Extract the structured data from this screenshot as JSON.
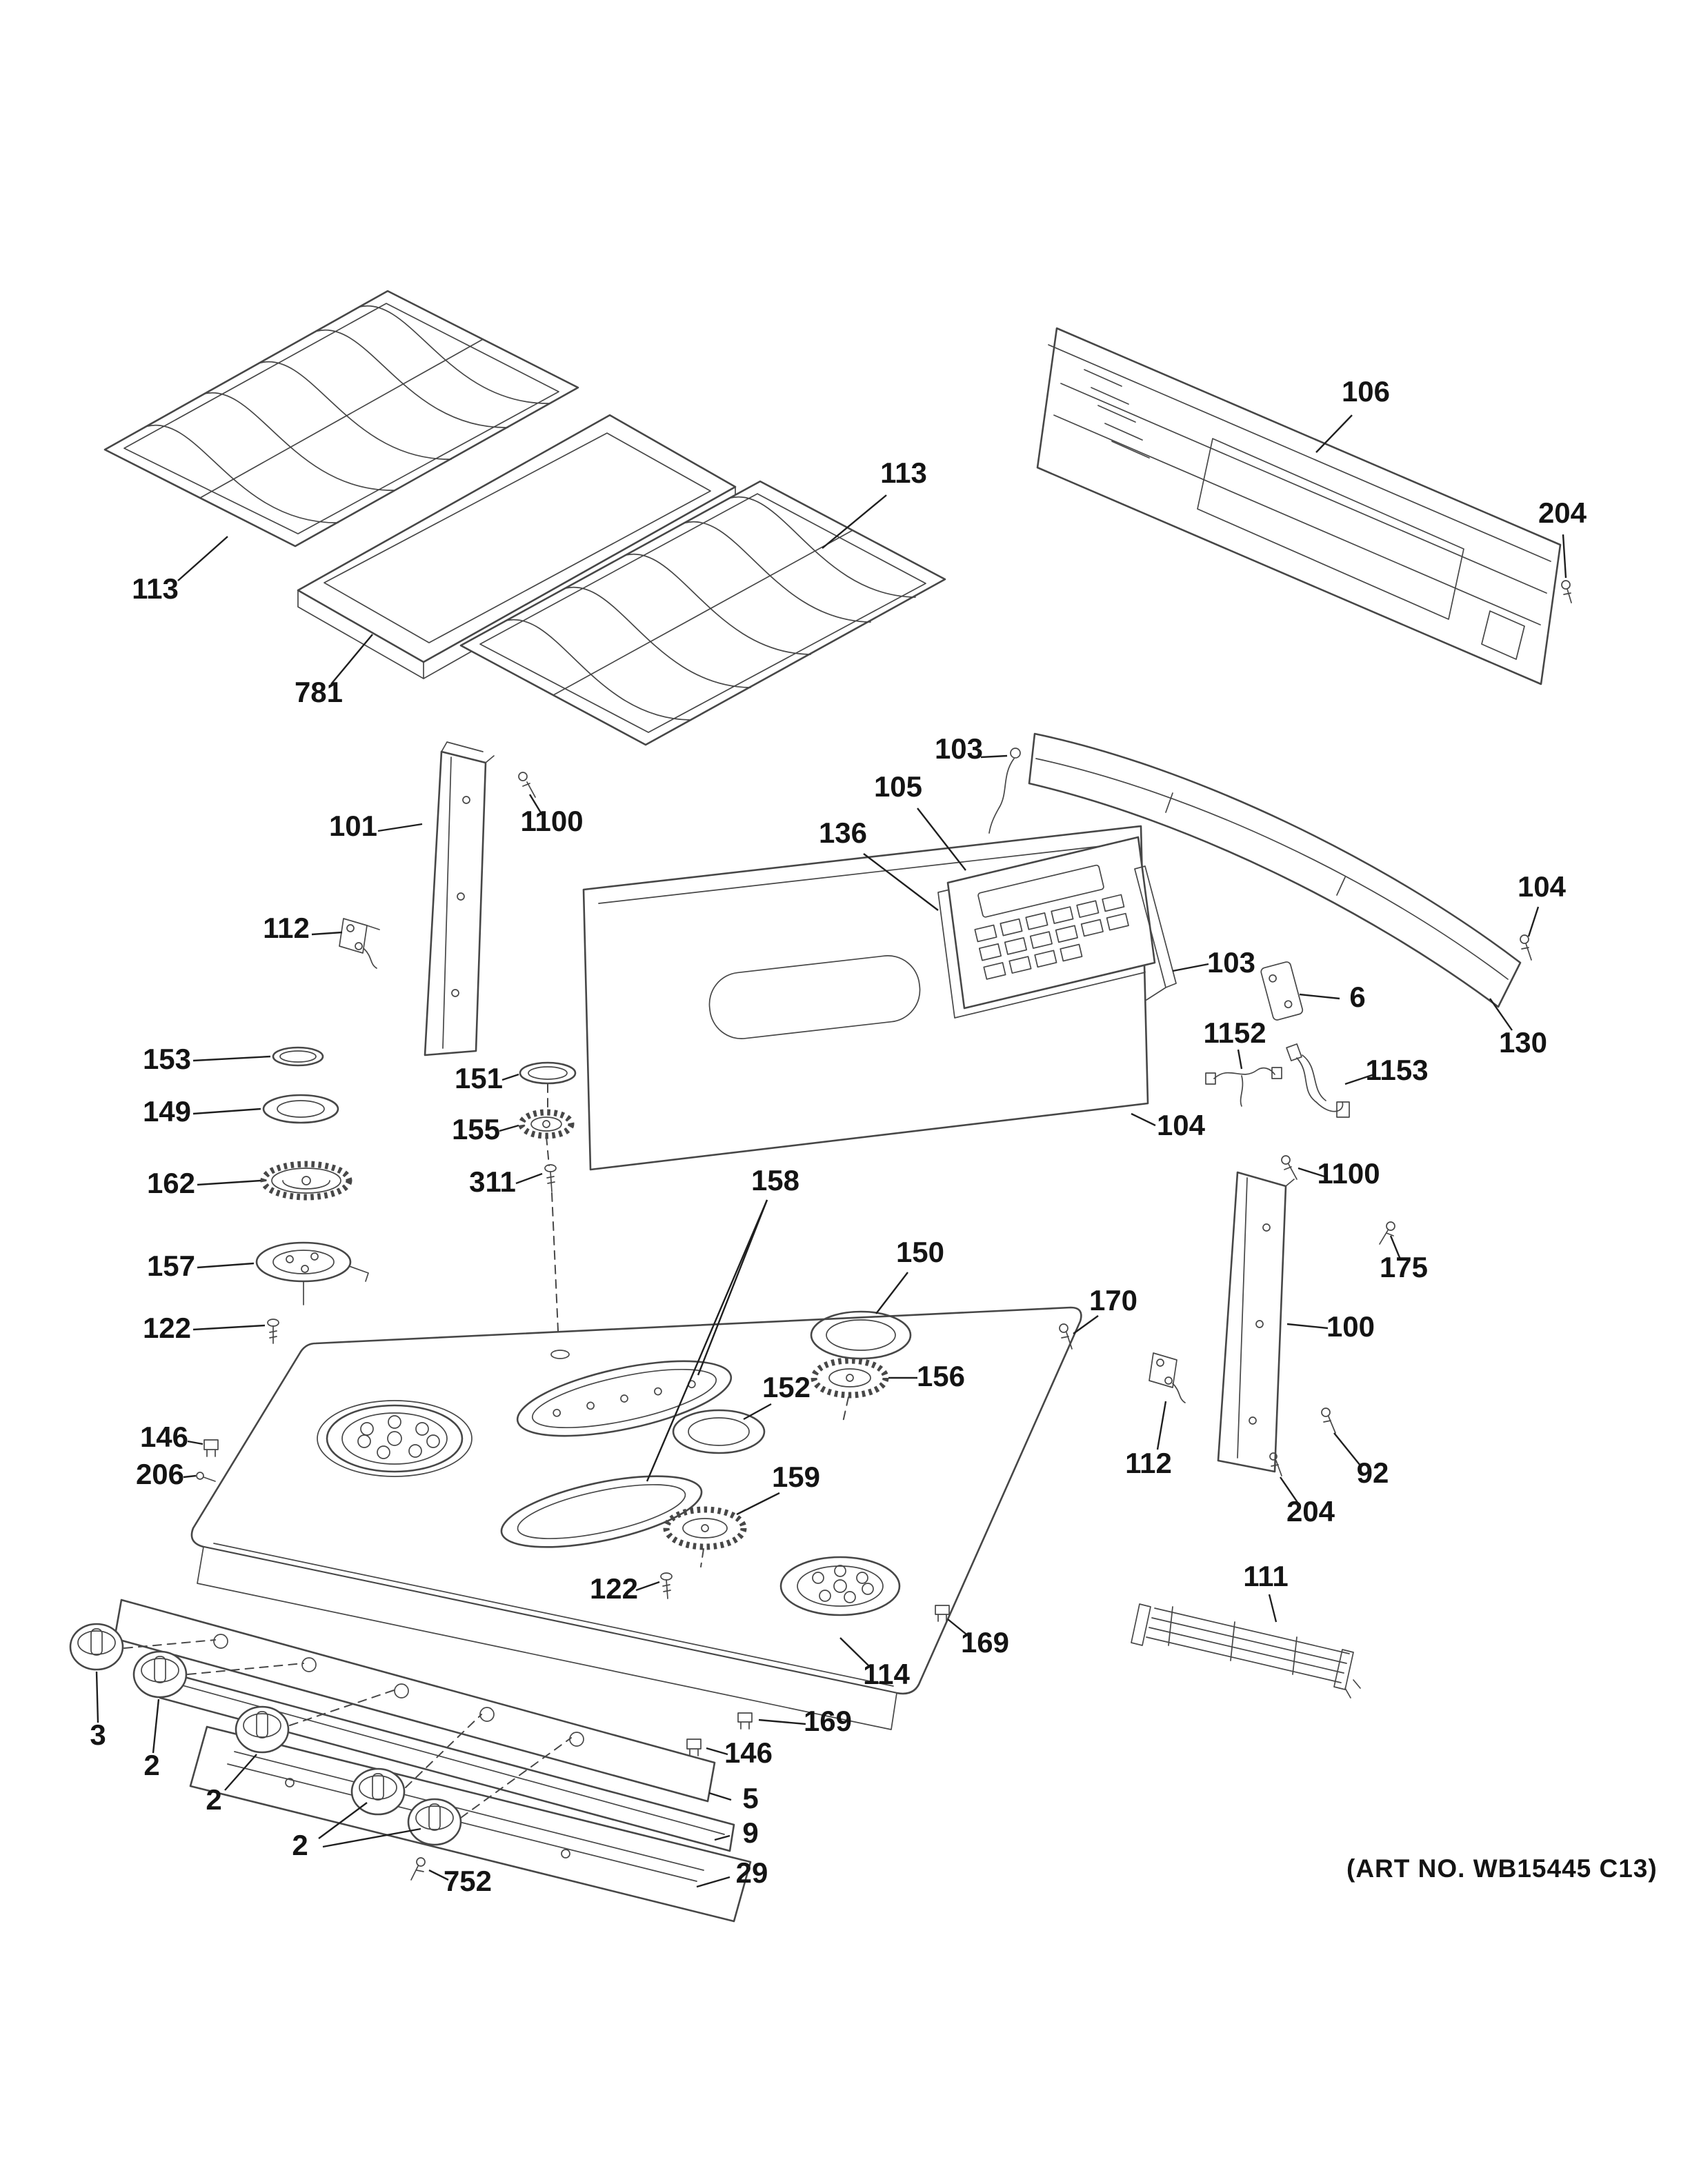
{
  "figure": {
    "art_no": "(ART NO. WB15445 C13)"
  },
  "callouts": [
    {
      "id": "grate-left",
      "part": "113"
    },
    {
      "id": "griddle",
      "part": "781"
    },
    {
      "id": "grate-right",
      "part": "113"
    },
    {
      "id": "rear-panel",
      "part": "106"
    },
    {
      "id": "screw-top-right",
      "part": "204"
    },
    {
      "id": "side-bracket-left",
      "part": "101"
    },
    {
      "id": "screw-left",
      "part": "1100"
    },
    {
      "id": "hinge-left",
      "part": "112"
    },
    {
      "id": "control-board",
      "part": "105"
    },
    {
      "id": "control-overlay",
      "part": "136"
    },
    {
      "id": "wire-top",
      "part": "103"
    },
    {
      "id": "bracket-right",
      "part": "103"
    },
    {
      "id": "spark-module",
      "part": "6"
    },
    {
      "id": "harness-small",
      "part": "1152"
    },
    {
      "id": "harness",
      "part": "1153"
    },
    {
      "id": "screw-backsplash",
      "part": "104"
    },
    {
      "id": "backsplash-trim",
      "part": "130"
    },
    {
      "id": "back-panel",
      "part": "104"
    },
    {
      "id": "burner-cap-small",
      "part": "153"
    },
    {
      "id": "burner-cap-mid",
      "part": "151"
    },
    {
      "id": "burner-ring",
      "part": "149"
    },
    {
      "id": "burner-head-mid",
      "part": "155"
    },
    {
      "id": "burner-spreader",
      "part": "162"
    },
    {
      "id": "orifice-screw",
      "part": "311"
    },
    {
      "id": "burner-base",
      "part": "157"
    },
    {
      "id": "screw-burner-left",
      "part": "122"
    },
    {
      "id": "oval-burner",
      "part": "158"
    },
    {
      "id": "burner-circle-rear",
      "part": "150"
    },
    {
      "id": "screw-cooktop-right",
      "part": "170"
    },
    {
      "id": "burner-head-right",
      "part": "156"
    },
    {
      "id": "burner-circle-center",
      "part": "152"
    },
    {
      "id": "screw-right",
      "part": "1100"
    },
    {
      "id": "screw-175",
      "part": "175"
    },
    {
      "id": "side-panel-right",
      "part": "100"
    },
    {
      "id": "clip-left",
      "part": "146"
    },
    {
      "id": "screw-206",
      "part": "206"
    },
    {
      "id": "burner-head-front",
      "part": "159"
    },
    {
      "id": "screw-burner-center",
      "part": "122"
    },
    {
      "id": "hinge-right",
      "part": "112"
    },
    {
      "id": "screw-92",
      "part": "92"
    },
    {
      "id": "screw-204-lower",
      "part": "204"
    },
    {
      "id": "wire-harness-lower",
      "part": "111"
    },
    {
      "id": "clip-right",
      "part": "169"
    },
    {
      "id": "main-top",
      "part": "114"
    },
    {
      "id": "clip-front",
      "part": "169"
    },
    {
      "id": "clip-front-left",
      "part": "146"
    },
    {
      "id": "manifold-panel",
      "part": "5"
    },
    {
      "id": "trim-strip",
      "part": "9"
    },
    {
      "id": "lower-panel",
      "part": "29"
    },
    {
      "id": "screw-752",
      "part": "752"
    },
    {
      "id": "knob-3",
      "part": "3"
    },
    {
      "id": "knob-2-a",
      "part": "2"
    },
    {
      "id": "knob-2-b",
      "part": "2"
    },
    {
      "id": "knob-2-pair",
      "part": "2"
    }
  ]
}
